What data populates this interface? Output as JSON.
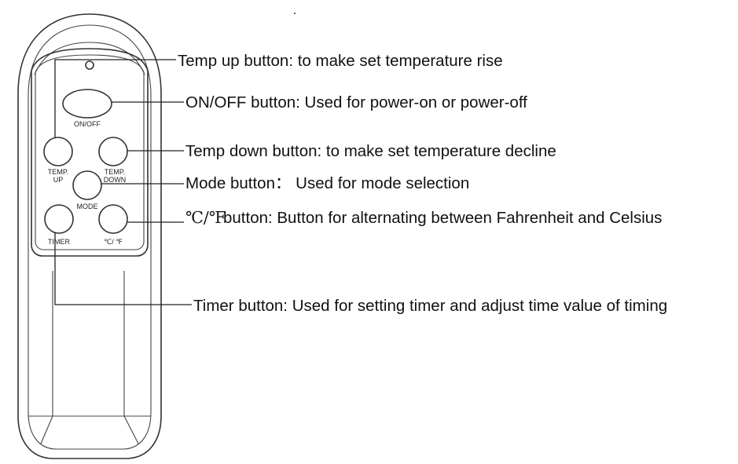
{
  "remote": {
    "labels": {
      "on_off": "ON/OFF",
      "temp_up_1": "TEMP.",
      "temp_up_2": "UP",
      "temp_down_1": "TEMP.",
      "temp_down_2": "DOWN",
      "mode": "MODE",
      "timer": "TIMER",
      "cf": "℃/ ℉"
    }
  },
  "callouts": {
    "temp_up": "Temp up button: to make set temperature rise",
    "on_off": "ON/OFF button: Used for power-on or power-off",
    "temp_down": "Temp down button: to make set temperature decline",
    "mode": "Mode button： Used for mode selection",
    "cf_symbol": "℃/℉",
    "cf_text": "button: Button for alternating between Fahrenheit and Celsius",
    "timer": "Timer button: Used for setting timer and adjust time value of timing"
  }
}
